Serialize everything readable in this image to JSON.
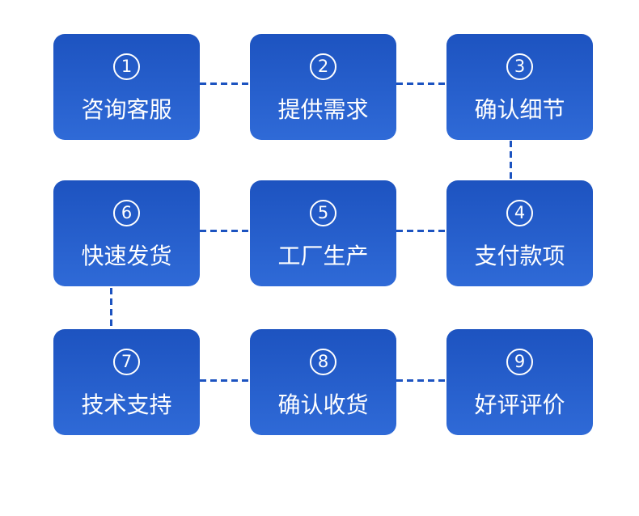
{
  "steps": [
    {
      "num": "1",
      "label": "咨询客服"
    },
    {
      "num": "2",
      "label": "提供需求"
    },
    {
      "num": "3",
      "label": "确认细节"
    },
    {
      "num": "4",
      "label": "支付款项"
    },
    {
      "num": "5",
      "label": "工厂生产"
    },
    {
      "num": "6",
      "label": "快速发货"
    },
    {
      "num": "7",
      "label": "技术支持"
    },
    {
      "num": "8",
      "label": "确认收货"
    },
    {
      "num": "9",
      "label": "好评评价"
    }
  ],
  "flow_connections": [
    "1→2",
    "2→3",
    "3→4",
    "4→5",
    "5→6",
    "6→7",
    "7→8",
    "8→9"
  ],
  "colors": {
    "box_gradient_top": "#1d53c0",
    "box_gradient_bottom": "#2f6ad7",
    "connector": "#1c53c0",
    "text": "#ffffff",
    "background": "#ffffff"
  }
}
